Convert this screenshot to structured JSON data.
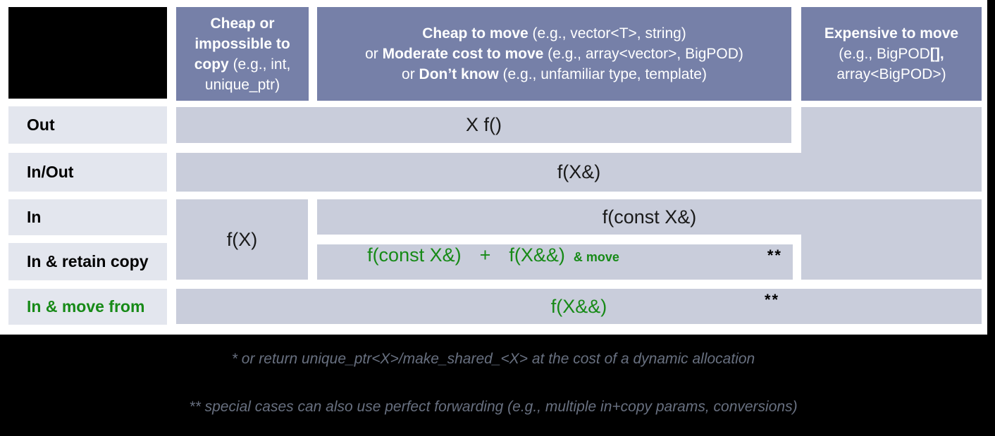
{
  "colors": {
    "header_bg": "#7680A8",
    "cell_bg": "#C9CDDB",
    "label_bg": "#E3E6EE",
    "green": "#178A17",
    "footnote_text": "#687080",
    "mask": "#000000",
    "panel": "#FFFFFF"
  },
  "headers": {
    "col1": {
      "bold": "Cheap or impossible to copy",
      "rest": " (e.g., int, unique_ptr)"
    },
    "col2": {
      "l1b": "Cheap to move",
      "l1r": " (e.g., vector<T>, string)",
      "l2p": "or ",
      "l2b": "Moderate cost to move",
      "l2r": " (e.g., array<vector>, BigPOD)",
      "l3p": "or ",
      "l3b": "Don’t know",
      "l3r": " (e.g., unfamiliar type, template)"
    },
    "col3": {
      "l1": "Expensive to move",
      "l2a": "(e.g., BigPOD",
      "l2b": "[],",
      "l3": "array<BigPOD>)"
    }
  },
  "row_labels": {
    "out": "Out",
    "inout": "In/Out",
    "in": "In",
    "retain": "In & retain copy",
    "move": "In & move from"
  },
  "cells": {
    "out": "X f()",
    "inout": "f(X&)",
    "byvalue": "f(X)",
    "in": "f(const X&)",
    "retain": {
      "p1": "f(const X&)",
      "plus": "+",
      "p2": "f(X&&)",
      "suffix": "& move",
      "stars": "**"
    },
    "move": {
      "code": "f(X&&)",
      "stars": "**"
    }
  },
  "footnotes": {
    "line1": "* or return unique_ptr<X>/make_shared_<X> at the cost of a dynamic allocation",
    "line2": "** special cases can also use perfect forwarding (e.g., multiple in+copy params, conversions)"
  }
}
